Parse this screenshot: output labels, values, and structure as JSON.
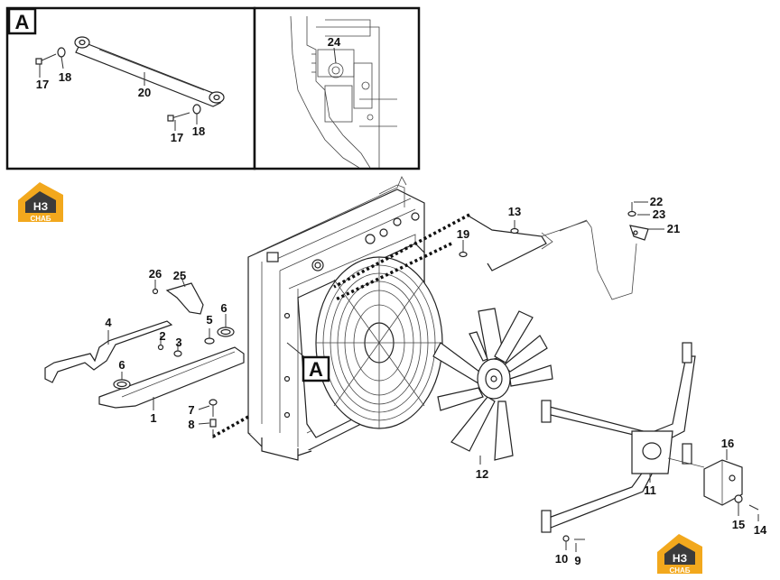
{
  "detail_box_label": "A",
  "detail_marker_label": "A",
  "logo": {
    "text_top": "НЗ",
    "text_bottom": "СНАБ",
    "color_orange": "#f2a81d",
    "color_dark": "#3b3b3b"
  },
  "callouts": {
    "c1": "1",
    "c2": "2",
    "c3": "3",
    "c4": "4",
    "c5": "5",
    "c6a": "6",
    "c6b": "6",
    "c7": "7",
    "c8": "8",
    "c9": "9",
    "c10": "10",
    "c11": "11",
    "c12": "12",
    "c13": "13",
    "c14": "14",
    "c15": "15",
    "c16": "16",
    "c17a": "17",
    "c17b": "17",
    "c18a": "18",
    "c18b": "18",
    "c19": "19",
    "c20": "20",
    "c21": "21",
    "c22": "22",
    "c23": "23",
    "c24": "24",
    "c25": "25",
    "c26": "26"
  }
}
